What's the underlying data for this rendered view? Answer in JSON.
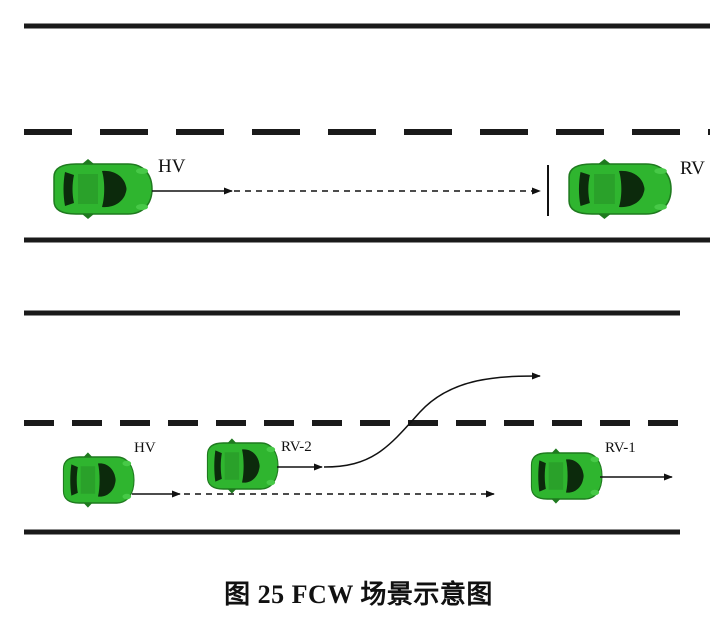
{
  "scenario_top": {
    "host_label": "HV",
    "remote_label": "RV"
  },
  "scenario_bottom": {
    "host_label": "HV",
    "remote2_label": "RV-2",
    "remote1_label": "RV-1"
  },
  "caption": {
    "figure_label": "图 25",
    "title": "FCW 场景示意图"
  },
  "colors": {
    "car_body": "#2fb52f",
    "car_dark": "#0c2a0c",
    "road_line": "#1a1a1a"
  }
}
